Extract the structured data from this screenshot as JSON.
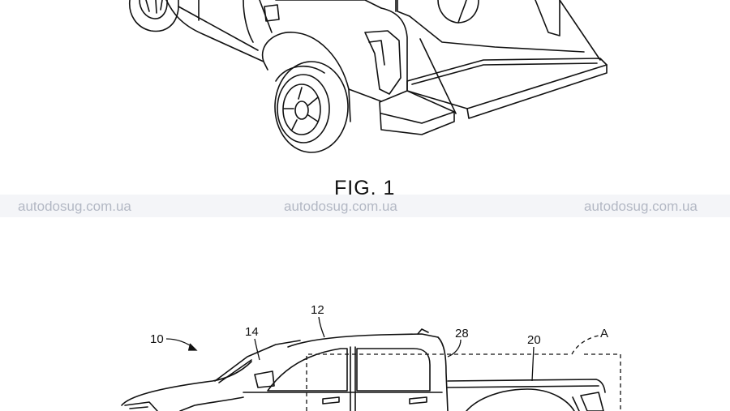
{
  "figure": {
    "title": "FIG. 1"
  },
  "watermarks": [
    "autodosug.com.ua",
    "autodosug.com.ua",
    "autodosug.com.ua"
  ],
  "reference_numerals": {
    "r10": "10",
    "r12": "12",
    "r14": "14",
    "r28": "28",
    "r20": "20",
    "rA": "A"
  }
}
